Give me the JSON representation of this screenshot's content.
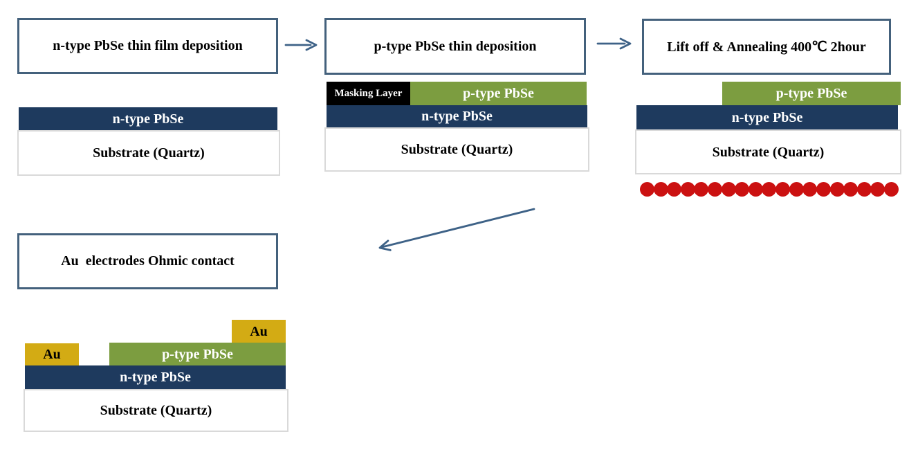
{
  "colors": {
    "navy": "#1e3a5e",
    "green": "#7c9d40",
    "gold": "#d3ab14",
    "masking_black": "#000000",
    "red_dot": "#cb1111",
    "box_border": "#44617c",
    "arrow": "#3e6287",
    "substrate_border": "#d9d9d9"
  },
  "steps": [
    {
      "title": "n-type PbSe thin film deposition",
      "layers": {
        "ntype": "n-type PbSe",
        "substrate": "Substrate (Quartz)"
      }
    },
    {
      "title": "p-type PbSe thin deposition",
      "layers": {
        "masking": "Masking Layer",
        "ptype": "p-type PbSe",
        "ntype": "n-type PbSe",
        "substrate": "Substrate (Quartz)"
      }
    },
    {
      "title": "Lift off & Annealing 400℃ 2hour",
      "layers": {
        "ptype": "p-type PbSe",
        "ntype": "n-type PbSe",
        "substrate": "Substrate (Quartz)"
      },
      "heat_dots": 19
    },
    {
      "title": "Au  electrodes Ohmic contact",
      "layers": {
        "au_left": "Au",
        "au_right": "Au",
        "ptype": "p-type PbSe",
        "ntype": "n-type PbSe",
        "substrate": "Substrate (Quartz)"
      }
    }
  ]
}
